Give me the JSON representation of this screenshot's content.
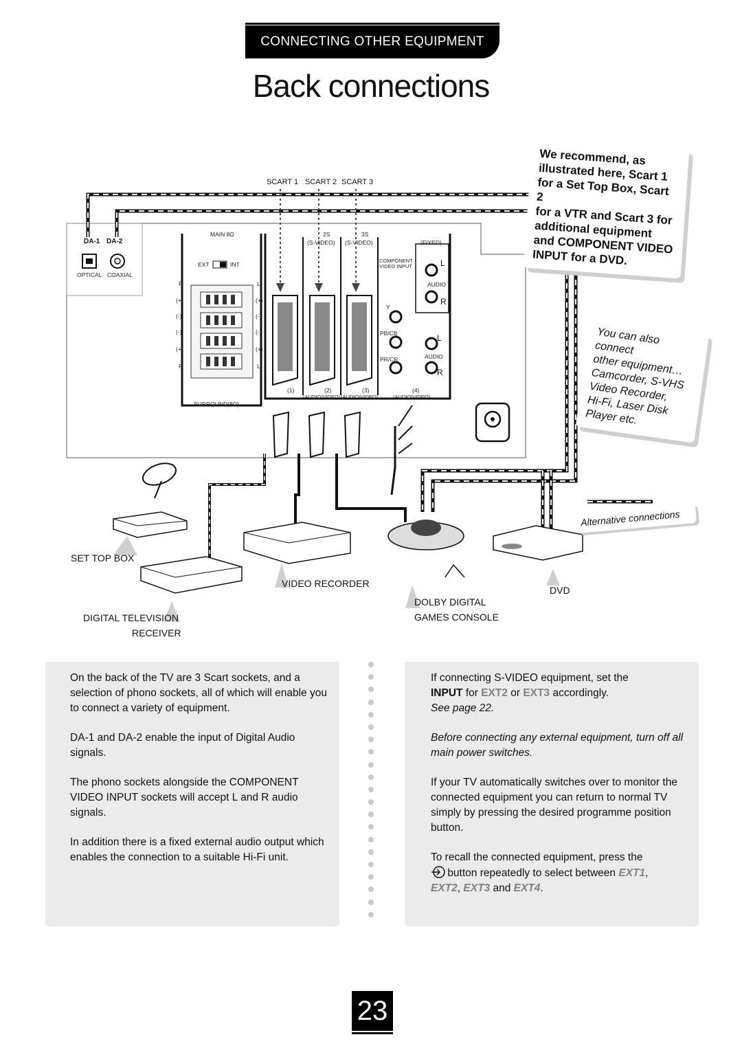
{
  "header": {
    "section": "CONNECTING OTHER EQUIPMENT",
    "title": "Back connections"
  },
  "diagram": {
    "scart_labels": [
      "SCART 1",
      "SCART 2",
      "SCART 3"
    ],
    "da_labels": [
      "DA-1",
      "DA-2"
    ],
    "optical": "OPTICAL",
    "coaxial": "COAXIAL",
    "main": "MAIN 8Ω",
    "ext": "EXT",
    "int": "INT",
    "surround": "SURROUND(8Ω)",
    "speaker_signs": [
      "(+)",
      "(-)",
      "(-)",
      "(+)"
    ],
    "r": "R",
    "l": "L",
    "svideo_2s": "2S",
    "svideo_3s": "3S",
    "svideo": "(S-VIDEO)",
    "fixed": "(FIXED)",
    "component_video_input": "COMPONENT VIDEO INPUT",
    "audio": "AUDIO",
    "y": "Y",
    "pb_cb": "PB/CB",
    "pr_cr": "PR/CR",
    "ext_nums": [
      "(1)",
      "(2)",
      "(3)",
      "(4)"
    ],
    "audio_video": "(AUDIO/VIDEO)",
    "note_recommend": [
      "We recommend, as",
      "illustrated here, Scart 1",
      "for a Set Top Box, Scart 2",
      "for a VTR and Scart 3 for",
      "additional equipment",
      "and COMPONENT VIDEO",
      "INPUT for a DVD."
    ],
    "note_other": [
      "You can also connect",
      "other equipment…",
      "Camcorder, S-VHS",
      "Video Recorder,",
      "Hi-Fi, Laser Disk",
      "Player etc."
    ],
    "alternative": "Alternative connections",
    "devices": {
      "set_top_box": "SET TOP BOX",
      "video_recorder": "VIDEO RECORDER",
      "dvd": "DVD",
      "dolby_digital": "DOLBY DIGITAL",
      "games_console": "GAMES CONSOLE",
      "digital_television": "DIGITAL TELEVISION",
      "receiver": "RECEIVER"
    }
  },
  "left_panel": {
    "p1": "On the back of the TV are 3 Scart sockets, and a selection of phono sockets, all of which will enable you to connect a variety of equipment.",
    "p2": "DA-1 and DA-2 enable the input of Digital Audio signals.",
    "p3": "The phono sockets alongside the COMPONENT VIDEO INPUT sockets will accept L and R audio signals.",
    "p4": "In addition there is a fixed external audio output which enables the connection to a suitable Hi-Fi unit."
  },
  "right_panel": {
    "p1_a": "If connecting S-VIDEO equipment, set the",
    "p1_input": "INPUT",
    "p1_for": "for",
    "p1_ext2": "EXT2",
    "p1_or": "or",
    "p1_ext3": "EXT3",
    "p1_end": "accordingly.",
    "p1_see": "See page 22.",
    "p2": "Before connecting any external equipment, turn off all main power switches.",
    "p3": "If your TV automatically switches over to monitor the connected equipment you can return to normal TV simply by pressing the desired programme position button.",
    "p4_a": "To recall the connected equipment, press the",
    "p4_b": "button repeatedly to select between",
    "ext1": "EXT1",
    "ext2": "EXT2",
    "ext3": "EXT3",
    "and": "and",
    "ext4": "EXT4"
  },
  "page_number": "23"
}
